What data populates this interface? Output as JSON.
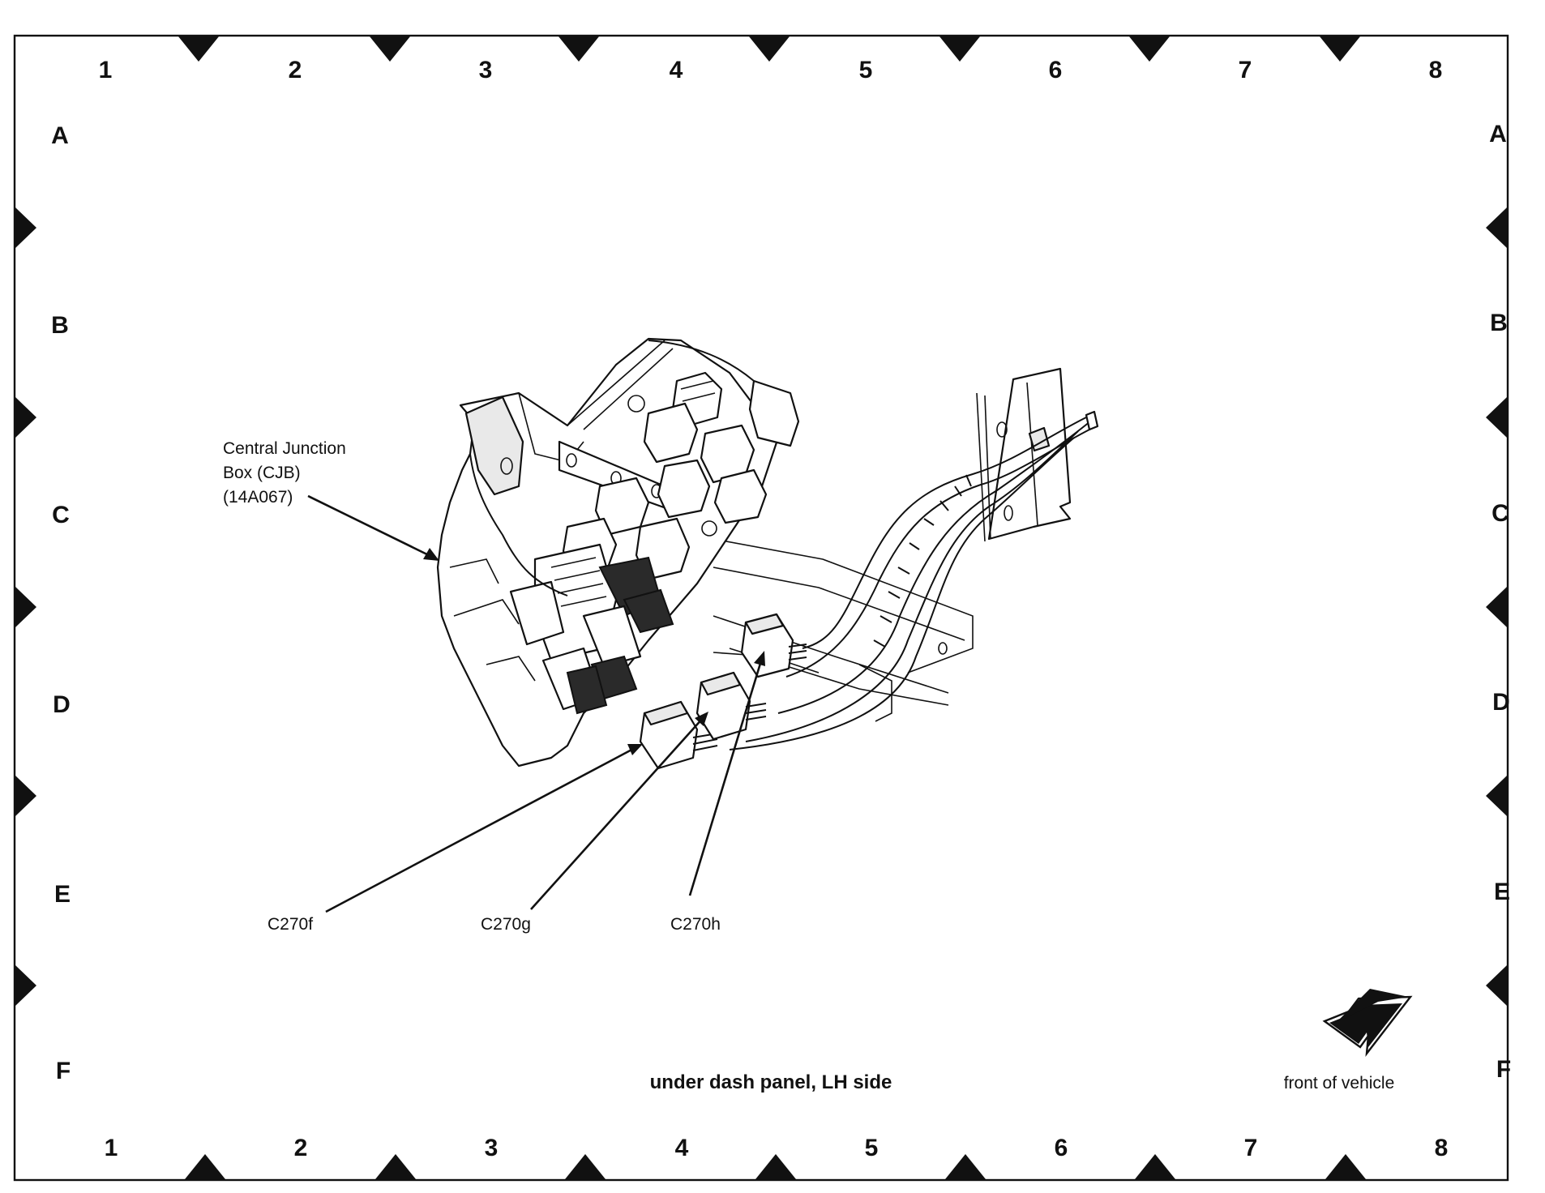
{
  "grid": {
    "columns": [
      "1",
      "2",
      "3",
      "4",
      "5",
      "6",
      "7",
      "8"
    ],
    "rows": [
      "A",
      "B",
      "C",
      "D",
      "E",
      "F"
    ]
  },
  "callouts": {
    "cjb": [
      "Central Junction",
      "Box (CJB)",
      "(14A067)"
    ],
    "c270f": "C270f",
    "c270g": "C270g",
    "c270h": "C270h"
  },
  "caption": "under dash panel, LH side",
  "front_indicator": {
    "label": "front of vehicle",
    "icon": "arrow-up-right-icon"
  }
}
